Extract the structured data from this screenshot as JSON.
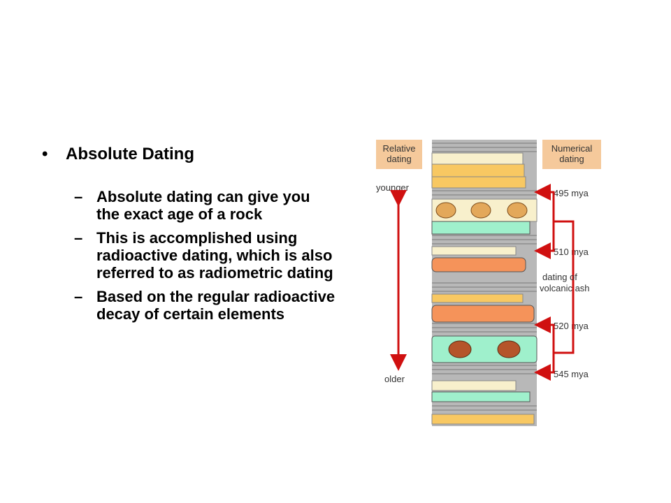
{
  "slide": {
    "bullet_mark": "•",
    "dash_mark": "–",
    "heading": "Absolute Dating",
    "points": [
      "Absolute dating can give you the exact age of a rock",
      "This is accomplished using radioactive dating, which is also referred to as radiometric dating",
      "Based on the regular radioactive decay of certain elements"
    ]
  },
  "diagram": {
    "relative_label_line1": "Relative",
    "relative_label_line2": "dating",
    "numerical_label_line1": "Numerical",
    "numerical_label_line2": "dating",
    "younger": "younger",
    "older": "older",
    "ages": [
      "495 mya",
      "510 mya",
      "520 mya",
      "545 mya"
    ],
    "ash_label_line1": "dating of",
    "ash_label_line2": "volcanic ash",
    "colors": {
      "tan_box": "#f5c99b",
      "arrow_red": "#d01010",
      "ash_orange": "#f5935a",
      "aqua_layer": "#9ff0cc",
      "yellow_block": "#f8c862",
      "cream_block": "#f8f0cc",
      "gray_band": "#9a9a9a"
    }
  }
}
